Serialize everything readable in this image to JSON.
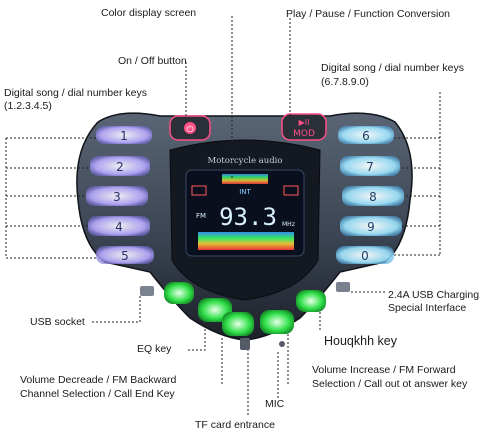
{
  "device": {
    "brand_label": "Motorcycle audio",
    "power_symbol": "⏻",
    "mode_symbol": "▶II",
    "mode_label": "MOD",
    "left_keys": [
      "1",
      "2",
      "3",
      "4",
      "5"
    ],
    "right_keys": [
      "6",
      "7",
      "8",
      "9",
      "0"
    ],
    "screen": {
      "band": "FM",
      "frequency": "93.3",
      "unit": "MHz",
      "tag": "INT"
    },
    "colors": {
      "body": "#3a4452",
      "body_dark": "#1c2029",
      "left_glow": "#b7a9ff",
      "right_glow": "#9fe6ff",
      "green_glow": "#31e04a",
      "pink_button": "#ff4f86",
      "screen_bg": "#0a0f1d",
      "screen_digits": "#d9f0ff"
    }
  },
  "labels": {
    "color_display": "Color display screen",
    "play_pause": "Play / Pause / Function Conversion",
    "on_off": "On / Off button",
    "digital_left_line1": "Digital song / dial number keys",
    "digital_left_line2": "(1.2.3.4.5)",
    "digital_right_line1": "Digital song / dial number keys",
    "digital_right_line2": "(6.7.8.9.0)",
    "usb_charging_line1": "2.4A USB Charging",
    "usb_charging_line2": "Special Interface",
    "usb_socket": "USB socket",
    "houqkhh": "Houqkhh key",
    "eq_key": "EQ  key",
    "vol_dec_line1": "Volume Decreade / FM Backward",
    "vol_dec_line2": "Channel Selection / Call End Key",
    "mic": "MIC",
    "vol_inc_line1": "Volume Increase / FM Forward",
    "vol_inc_line2": "Selection / Call out ot answer key",
    "tf_card": "TF card entrance"
  }
}
